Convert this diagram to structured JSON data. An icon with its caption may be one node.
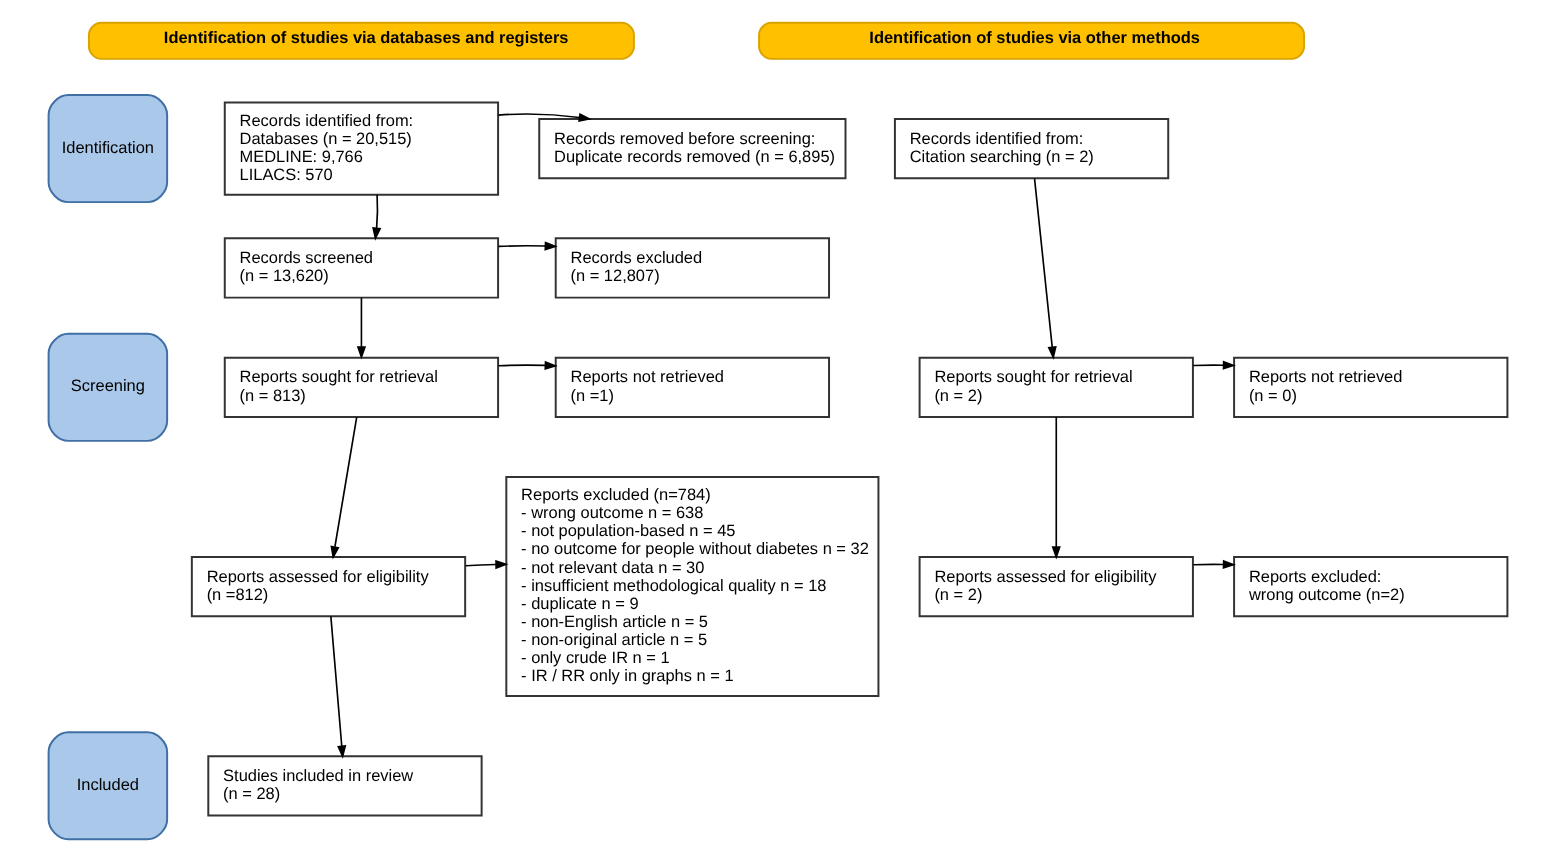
{
  "diagram": {
    "nodes": [
      {
        "text": [
          "Identification of studies via databases and registers"
        ]
      },
      {
        "text": [
          "Identification of studies via other methods"
        ]
      },
      {
        "text": [
          "Identification"
        ]
      },
      {
        "text": [
          "Records identified from:",
          "Databases (n = 20,515)",
          "MEDLINE: 9,766",
          "LILACS: 570"
        ]
      },
      {
        "text": [
          "Records removed before screening:",
          "Duplicate records removed (n = 6,895)"
        ]
      },
      {
        "text": [
          "Records identified from:",
          "Citation searching (n = 2)"
        ]
      },
      {
        "text": [
          "Screening"
        ]
      },
      {
        "text": [
          "Records screened",
          "(n = 13,620)"
        ]
      },
      {
        "text": [
          "Records excluded",
          "(n = 12,807)"
        ]
      },
      {
        "text": [
          "Reports sought for retrieval",
          "(n = 813)"
        ]
      },
      {
        "text": [
          "Reports not retrieved",
          "(n =1)"
        ]
      },
      {
        "text": [
          "Reports sought for retrieval",
          "(n = 2)"
        ]
      },
      {
        "text": [
          "Reports not retrieved",
          "(n = 0)"
        ]
      },
      {
        "text": [
          "Reports assessed for eligibility",
          "(n =812)"
        ]
      },
      {
        "text": [
          "Reports excluded (n=784)",
          "- wrong outcome n = 638",
          "- not population-based n = 45",
          "- no outcome for people without diabetes n = 32",
          "- not relevant data n = 30",
          "- insufficient methodological quality n = 18",
          "- duplicate n = 9",
          "- non-English article n = 5",
          "- non-original article n = 5",
          "- only crude IR n = 1",
          "- IR / RR only in graphs n = 1"
        ]
      },
      {
        "text": [
          "Reports assessed for eligibility",
          "(n = 2)"
        ]
      },
      {
        "text": [
          "Reports excluded:",
          "wrong outcome (n=2)"
        ]
      },
      {
        "text": [
          "Included"
        ]
      },
      {
        "text": [
          "Studies included in review",
          "(n = 28)"
        ]
      }
    ],
    "edges": [
      {
        "from": 3,
        "to": 4,
        "arrow": "to"
      },
      {
        "from": 3,
        "to": 7,
        "arrow": "to"
      },
      {
        "from": 7,
        "to": 8,
        "arrow": "to"
      },
      {
        "from": 7,
        "to": 9,
        "arrow": "to"
      },
      {
        "from": 9,
        "to": 10,
        "arrow": "to"
      },
      {
        "from": 9,
        "to": 13,
        "arrow": "to"
      },
      {
        "from": 13,
        "to": 14,
        "arrow": "to"
      },
      {
        "from": 13,
        "to": 18,
        "arrow": "to"
      },
      {
        "from": 5,
        "to": 11,
        "arrow": "to"
      },
      {
        "from": 11,
        "to": 12,
        "arrow": "to"
      },
      {
        "from": 11,
        "to": 15,
        "arrow": "to"
      },
      {
        "from": 15,
        "to": 16,
        "arrow": "to"
      }
    ]
  }
}
